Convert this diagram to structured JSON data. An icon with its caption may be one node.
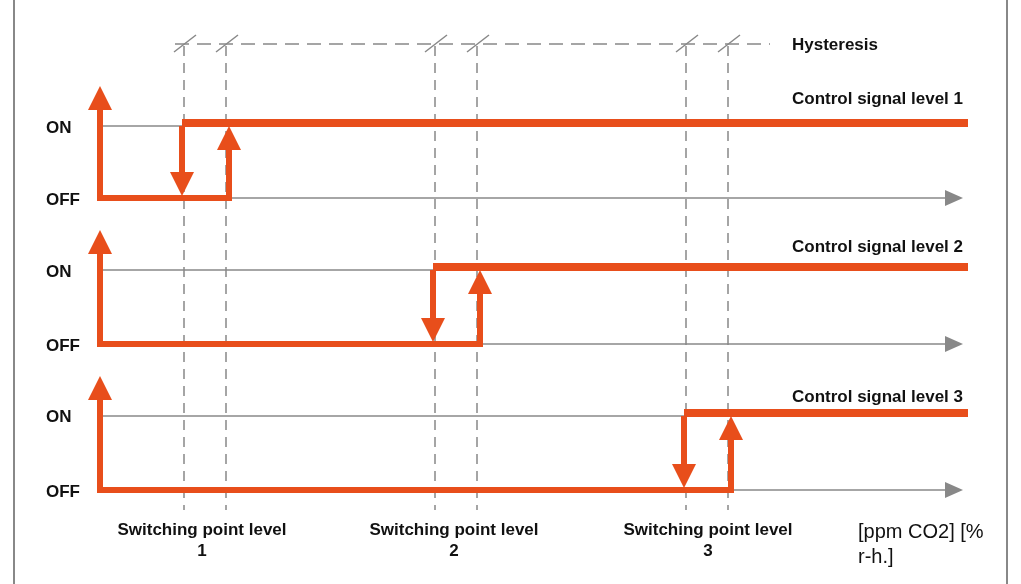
{
  "diagram": {
    "labels": [
      "Hysteresis",
      "Control signal level 1",
      "ON",
      "OFF",
      "Control signal level 2",
      "ON",
      "OFF",
      "Control signal level 3",
      "ON",
      "OFF",
      "Switching point level 1",
      "Switching point level 2",
      "Switching point level 3",
      "[ppm CO2] [% r-h.]"
    ]
  }
}
